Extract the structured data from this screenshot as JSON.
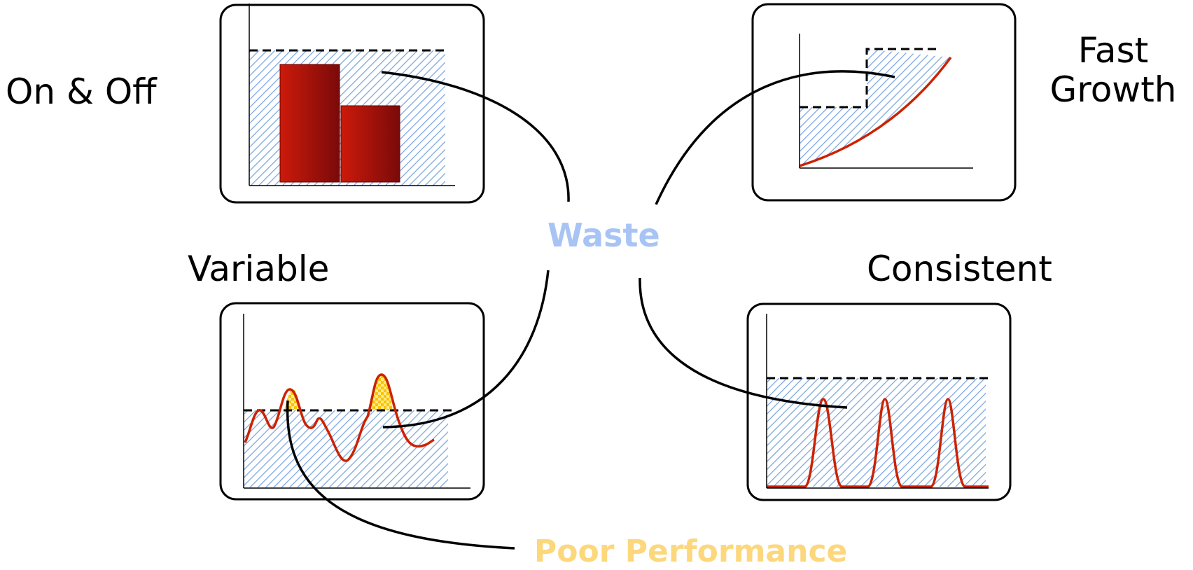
{
  "labels": {
    "on_off": "On & Off",
    "fast_growth_line1": "Fast",
    "fast_growth_line2": "Growth",
    "variable": "Variable",
    "consistent": "Consistent",
    "waste": "Waste",
    "poor_performance": "Poor Performance"
  },
  "colors": {
    "waste": "#a8c4f4",
    "poor_performance": "#fcd77c",
    "usage_line": "#cc2200",
    "hatch": "#7fa8e0",
    "bar_dark": "#8a0d0d",
    "bar_light": "#cc1a0a",
    "yellow_fill": "#f6c400"
  },
  "icons": {
    "connector": "curved-connector-line",
    "capacity": "dashed-capacity-line"
  }
}
